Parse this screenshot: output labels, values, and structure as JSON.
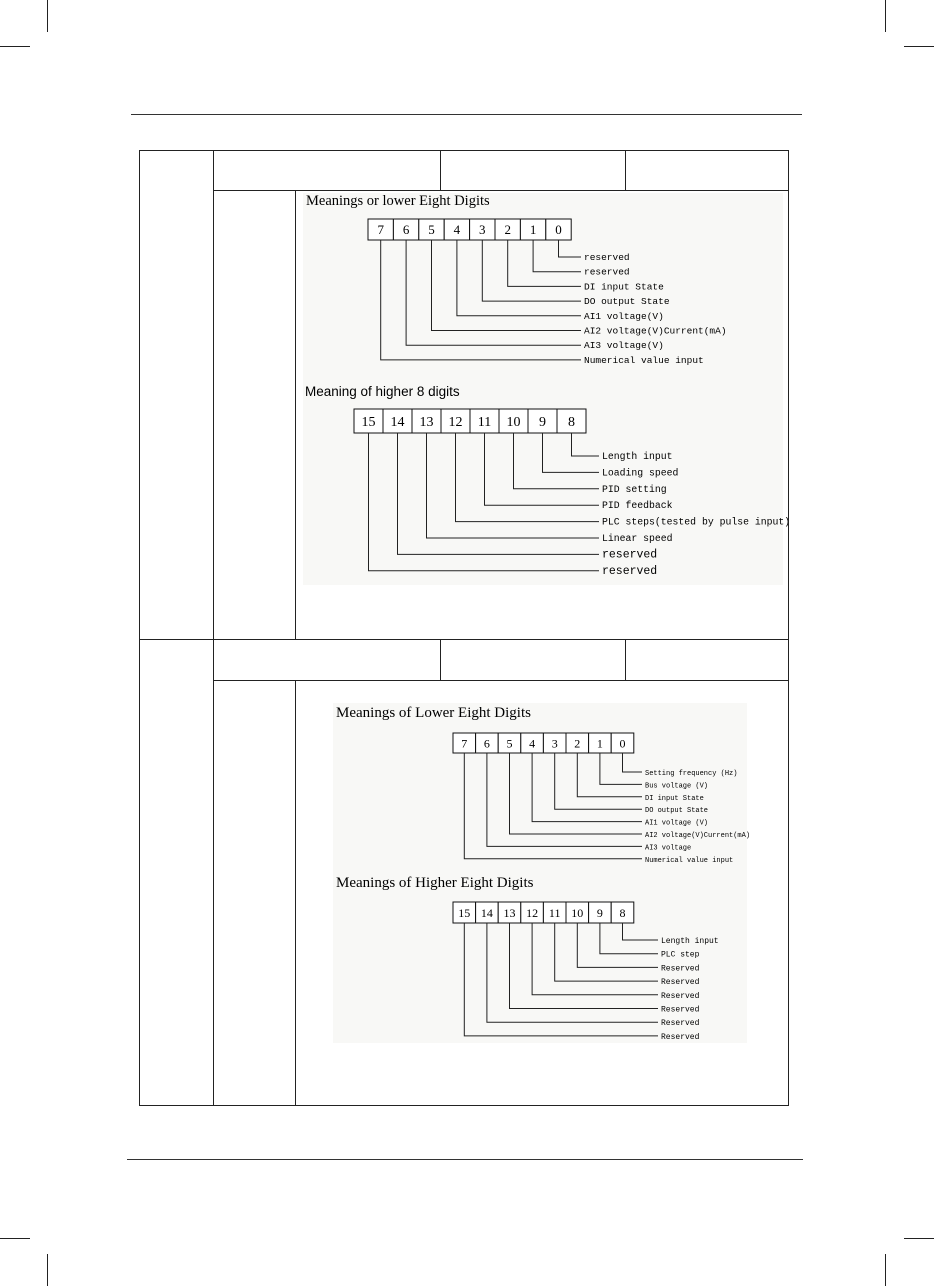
{
  "figures": [
    {
      "title": "Meanings or lower Eight Digits",
      "digits": [
        "7",
        "6",
        "5",
        "4",
        "3",
        "2",
        "1",
        "0"
      ],
      "labels": [
        "reserved",
        "reserved",
        "DI input State",
        "DO output State",
        "AI1 voltage(V)",
        "AI2 voltage(V)Current(mA)",
        "AI3 voltage(V)",
        "Numerical value input"
      ]
    },
    {
      "title": "Meaning of higher 8 digits",
      "digits": [
        "15",
        "14",
        "13",
        "12",
        "11",
        "10",
        "9",
        "8"
      ],
      "labels": [
        "Length input",
        "Loading speed",
        "PID setting",
        "PID feedback",
        "PLC steps(tested by pulse input)",
        "Linear speed",
        "reserved",
        "reserved"
      ]
    },
    {
      "title": "Meanings of Lower Eight Digits",
      "digits": [
        "7",
        "6",
        "5",
        "4",
        "3",
        "2",
        "1",
        "0"
      ],
      "labels": [
        "Setting frequency (Hz)",
        "Bus voltage (V)",
        "DI input State",
        "DO output State",
        "AI1 voltage (V)",
        "AI2 voltage(V)Current(mA)",
        "AI3 voltage",
        "Numerical value input"
      ]
    },
    {
      "title": "Meanings of Higher Eight Digits",
      "digits": [
        "15",
        "14",
        "13",
        "12",
        "11",
        "10",
        "9",
        "8"
      ],
      "labels": [
        "Length input",
        "PLC step",
        "Reserved",
        "Reserved",
        "Reserved",
        "Reserved",
        "Reserved",
        "Reserved"
      ]
    }
  ]
}
